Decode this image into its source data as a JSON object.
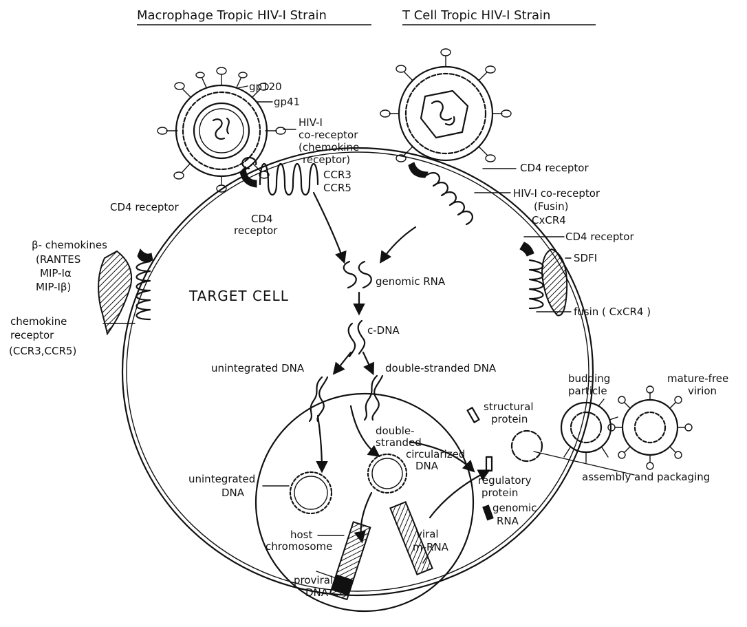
{
  "headers": {
    "left": "Macrophage Tropic HIV-I Strain",
    "right": "T Cell Tropic HIV-I Strain"
  },
  "labels": {
    "gp120": "gp120",
    "gp41": "gp41",
    "coreceptor_left": [
      "HIV-I",
      "co-receptor",
      "(chemokine",
      "receptor)"
    ],
    "ccr": [
      "CCR3",
      "CCR5"
    ],
    "cd4_top_left": [
      "CD4",
      "receptor"
    ],
    "cd4_left": "CD4 receptor",
    "beta_chemokines": [
      "β- chemokines",
      "(RANTES",
      "MIP-Iα",
      "MIP-Iβ)"
    ],
    "chemokine_receptor": [
      "chemokine",
      "receptor",
      "(CCR3,CCR5)"
    ],
    "cd4_top_right": "CD4 receptor",
    "coreceptor_right": [
      "HIV-I co-receptor",
      "(Fusin)",
      "CxCR4"
    ],
    "cd4_right": "CD4 receptor",
    "sdf1": "SDFI",
    "fusin": "fusin ( CxCR4 )",
    "target_cell": "TARGET CELL",
    "genomic_rna": "genomic RNA",
    "cdna": "c-DNA",
    "unintegrated_dna": "unintegrated DNA",
    "double_stranded_dna": "double-stranded DNA",
    "dsc_dna": [
      "double-",
      "stranded",
      "circularized",
      "DNA"
    ],
    "unintegrated_dna_nucleus": [
      "unintegrated",
      "DNA"
    ],
    "host_chromosome": [
      "host",
      "chromosome"
    ],
    "proviral_dna": [
      "proviral",
      "DNA"
    ],
    "viral_mrna": [
      "viral",
      "m-RNA"
    ],
    "structural_protein": [
      "structural",
      "protein"
    ],
    "regulatory_protein": [
      "regulatory",
      "protein"
    ],
    "genomic_rna_2": [
      "genomic",
      "RNA"
    ],
    "budding_particle": [
      "budding",
      "particle"
    ],
    "mature_virion": [
      "mature-free",
      "virion"
    ],
    "assembly": "assembly and packaging"
  }
}
